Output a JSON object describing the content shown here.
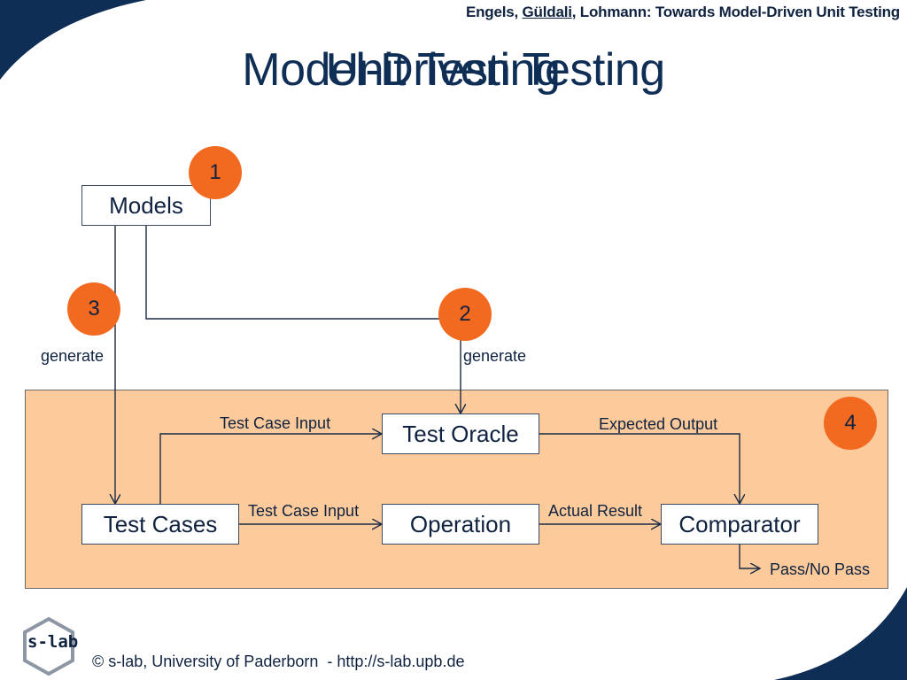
{
  "header": {
    "authors_prefix": "Engels, ",
    "authors_underlined": "Güldali",
    "authors_suffix": ", Lohmann: Towards Model-Driven Unit Testing"
  },
  "title": {
    "layer_a": "Model-Driven Testing",
    "layer_b": "Unit Testing"
  },
  "diagram": {
    "nodes": {
      "models": "Models",
      "test_oracle": "Test Oracle",
      "test_cases": "Test Cases",
      "operation": "Operation",
      "comparator": "Comparator"
    },
    "badges": {
      "one": "1",
      "two": "2",
      "three": "3",
      "four": "4"
    },
    "edge_labels": {
      "generate_left": "generate",
      "generate_right": "generate",
      "test_case_input_top": "Test Case Input",
      "test_case_input_bottom": "Test Case Input",
      "expected_output": "Expected Output",
      "actual_result": "Actual Result",
      "pass_no_pass": "Pass/No Pass"
    },
    "colors": {
      "panel": "#fdca9b",
      "badge": "#f26a1f",
      "navy": "#0f2240"
    }
  },
  "footer": {
    "logo": "s-lab",
    "text": "© s-lab, University of Paderborn  - http://s-lab.upb.de"
  }
}
